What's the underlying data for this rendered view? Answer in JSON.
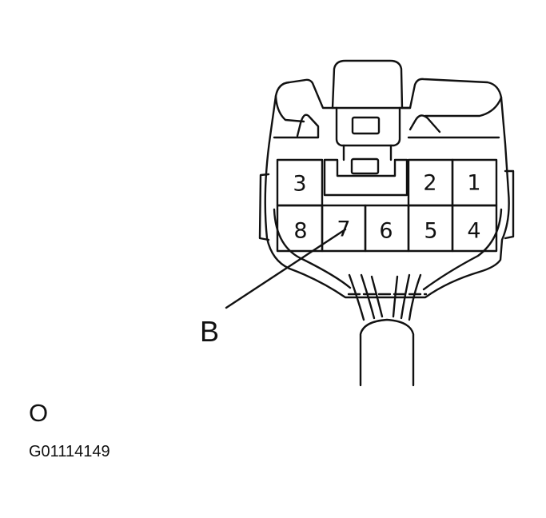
{
  "connector": {
    "pins_top": [
      {
        "number": "3"
      },
      {
        "number": "2"
      },
      {
        "number": "1"
      }
    ],
    "pins_bottom": [
      {
        "number": "8"
      },
      {
        "number": "7"
      },
      {
        "number": "6"
      },
      {
        "number": "5"
      },
      {
        "number": "4"
      }
    ]
  },
  "callout": {
    "label": "B"
  },
  "view_label": "O",
  "figure_code": "G01114149",
  "colors": {
    "line": "#111111",
    "background": "#ffffff"
  }
}
